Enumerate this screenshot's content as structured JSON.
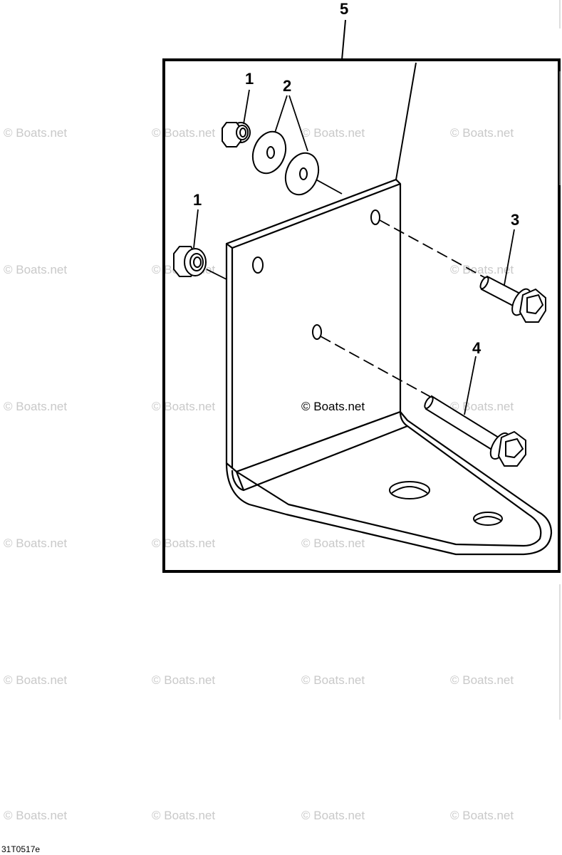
{
  "diagram": {
    "callouts": {
      "c1a": "1",
      "c1b": "1",
      "c2": "2",
      "c3": "3",
      "c4": "4",
      "c5": "5"
    },
    "center_watermark": "© Boats.net",
    "figure_code": "31T0517e"
  },
  "watermark": {
    "text": "© Boats.net"
  },
  "colors": {
    "line": "#000000",
    "watermark": "#c9c9c9",
    "background": "#ffffff"
  }
}
